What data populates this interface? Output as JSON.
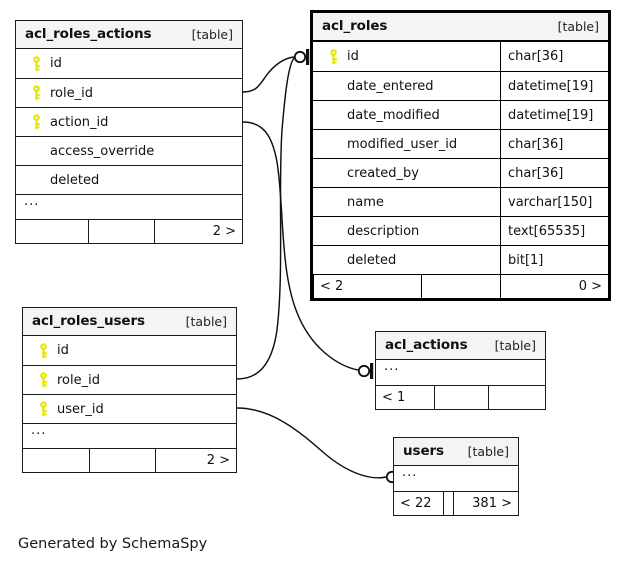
{
  "diagram": {
    "caption": "Generated by SchemaSpy",
    "kind_label": "[table]",
    "ellipsis": "...",
    "key_icon": "key-icon",
    "colors": {
      "key": "#e6e600",
      "border": "#1a1a1a",
      "focal_border": "#000000",
      "header_bg": "#f4f4f4",
      "page_bg": "#ffffff",
      "edge": "#101010"
    }
  },
  "tables": {
    "acl_roles_actions": {
      "name": "acl_roles_actions",
      "kind": "[table]",
      "columns": [
        {
          "name": "id",
          "key": true,
          "type": ""
        },
        {
          "name": "role_id",
          "key": true,
          "type": ""
        },
        {
          "name": "action_id",
          "key": true,
          "type": ""
        },
        {
          "name": "access_override",
          "key": false,
          "type": ""
        },
        {
          "name": "deleted",
          "key": false,
          "type": ""
        }
      ],
      "more": "...",
      "footer": {
        "left": "",
        "middle": "",
        "right": "2 >"
      }
    },
    "acl_roles": {
      "name": "acl_roles",
      "kind": "[table]",
      "focal": true,
      "columns": [
        {
          "name": "id",
          "key": true,
          "type": "char[36]"
        },
        {
          "name": "date_entered",
          "key": false,
          "type": "datetime[19]"
        },
        {
          "name": "date_modified",
          "key": false,
          "type": "datetime[19]"
        },
        {
          "name": "modified_user_id",
          "key": false,
          "type": "char[36]"
        },
        {
          "name": "created_by",
          "key": false,
          "type": "char[36]"
        },
        {
          "name": "name",
          "key": false,
          "type": "varchar[150]"
        },
        {
          "name": "description",
          "key": false,
          "type": "text[65535]"
        },
        {
          "name": "deleted",
          "key": false,
          "type": "bit[1]"
        }
      ],
      "more": null,
      "footer": {
        "left": "< 2",
        "middle": "",
        "right": "0 >"
      }
    },
    "acl_roles_users": {
      "name": "acl_roles_users",
      "kind": "[table]",
      "columns": [
        {
          "name": "id",
          "key": true,
          "type": ""
        },
        {
          "name": "role_id",
          "key": true,
          "type": ""
        },
        {
          "name": "user_id",
          "key": true,
          "type": ""
        }
      ],
      "more": "...",
      "footer": {
        "left": "",
        "middle": "",
        "right": "2 >"
      }
    },
    "acl_actions": {
      "name": "acl_actions",
      "kind": "[table]",
      "columns": [],
      "more": "...",
      "footer": {
        "left": "< 1",
        "middle": "",
        "right": ""
      }
    },
    "users": {
      "name": "users",
      "kind": "[table]",
      "columns": [],
      "more": "...",
      "footer": {
        "left": "< 22",
        "middle": "",
        "right": "381 >"
      }
    }
  },
  "relationships": [
    {
      "from_table": "acl_roles_actions",
      "from_column": "role_id",
      "to_table": "acl_roles",
      "to_column": "id"
    },
    {
      "from_table": "acl_roles_users",
      "from_column": "role_id",
      "to_table": "acl_roles",
      "to_column": "id"
    },
    {
      "from_table": "acl_roles_actions",
      "from_column": "action_id",
      "to_table": "acl_actions",
      "to_column": ""
    },
    {
      "from_table": "acl_roles_users",
      "from_column": "user_id",
      "to_table": "users",
      "to_column": ""
    }
  ]
}
